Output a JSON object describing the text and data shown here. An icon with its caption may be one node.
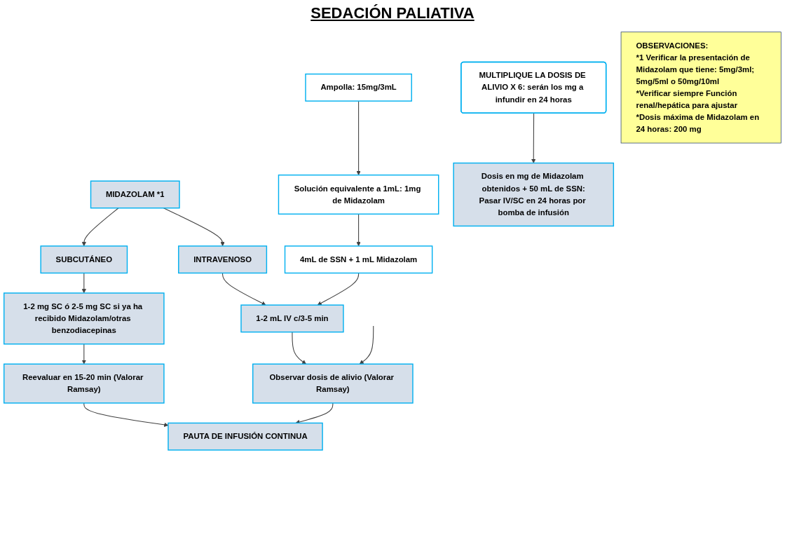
{
  "diagram": {
    "title": "SEDACIÓN PALIATIVA",
    "nodes": [
      {
        "text": [
          "MIDAZOLAM *1"
        ]
      },
      {
        "text": [
          "Ampolla: 15mg/3mL"
        ]
      },
      {
        "text": [
          "INTRAVENOSO"
        ]
      },
      {
        "text": [
          "SUBCUTÁNEO"
        ]
      },
      {
        "text": [
          "Solución equivalente a 1mL: 1mg de Midazolam"
        ]
      },
      {
        "text": [
          "1-2 mL IV c/3-5 min"
        ]
      },
      {
        "text": [
          "1-2 mg SC ó 2-5 mg SC si ya ha recibido Midazolam/otras benzodiacepinas"
        ]
      },
      {
        "text": [
          "4mL de SSN + 1 mL Midazolam"
        ]
      },
      {
        "text": [
          "Observar dosis de alivio (Valorar Ramsay)"
        ]
      },
      {
        "text": [
          "Reevaluar en 15-20 min (Valorar Ramsay)"
        ]
      },
      {
        "text": [
          "PAUTA DE INFUSIÓN CONTINUA"
        ]
      },
      {
        "text": [
          "MULTIPLIQUE LA DOSIS DE ALIVIO X 6: serán los mg a infundir en 24 horas"
        ]
      },
      {
        "text": [
          "Dosis en mg de Midazolam obtenidos + 50 mL de SSN:",
          "Pasar IV/SC en 24 horas por bomba de infusión"
        ]
      },
      {
        "text": [
          "OBSERVACIONES:",
          "*1 Verificar la presentación de Midazolam que tiene: 5mg/3ml; 5mg/5ml o 50mg/10ml",
          "*Verificar siempre Función renal/hepática para ajustar",
          "*Dosis máxima de Midazolam en 24 horas: 200 mg"
        ]
      }
    ],
    "edges": [
      {
        "from": 0,
        "to": 2,
        "arrow": "to"
      },
      {
        "from": 0,
        "to": 3,
        "arrow": "to"
      },
      {
        "from": 1,
        "to": 4,
        "arrow": "to"
      },
      {
        "from": 4,
        "to": 7,
        "arrow": "to"
      },
      {
        "from": 2,
        "to": 5,
        "arrow": "to"
      },
      {
        "from": 3,
        "to": 6,
        "arrow": "to"
      },
      {
        "from": 7,
        "to": 5,
        "arrow": "to"
      },
      {
        "from": 5,
        "to": 8,
        "arrow": "to"
      },
      {
        "from": 6,
        "to": 9,
        "arrow": "to"
      },
      {
        "from": 8,
        "to": 10,
        "arrow": "to"
      },
      {
        "from": 9,
        "to": 10,
        "arrow": "to"
      },
      {
        "from": null,
        "to": 8,
        "arrow": "to"
      },
      {
        "from": 11,
        "to": 12,
        "arrow": "to"
      }
    ]
  }
}
